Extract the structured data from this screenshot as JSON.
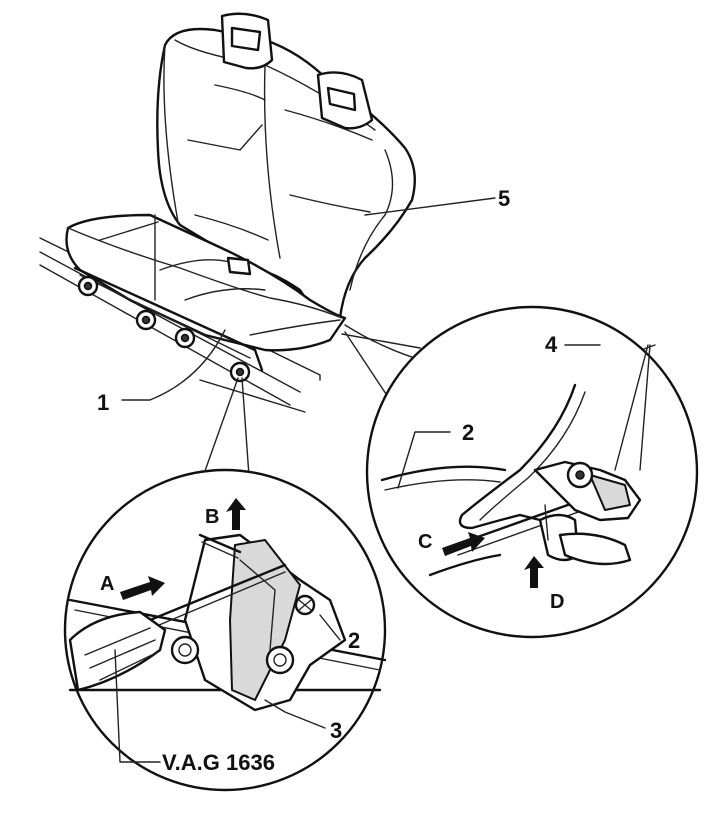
{
  "callouts": {
    "c1": "1",
    "c2_detail_left": "2",
    "c2_detail_right": "2",
    "c3": "3",
    "c4": "4",
    "c5": "5"
  },
  "directions": {
    "a": "A",
    "b": "B",
    "c": "C",
    "d": "D"
  },
  "tool_label": "V.A.G 1636"
}
